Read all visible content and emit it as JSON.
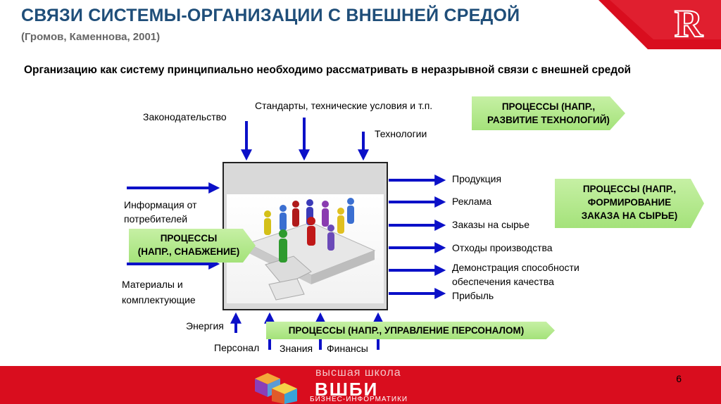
{
  "header": {
    "title": "СВЯЗИ СИСТЕМЫ-ОРГАНИЗАЦИИ С ВНЕШНЕЙ СРЕДОЙ",
    "subtitle": "(Громов, Каменнова, 2001)",
    "logo_letter": "R"
  },
  "thesis": "Организацию как систему принципиально необходимо рассматривать в неразрывной связи с внешней средой",
  "top_inputs": {
    "law": "Законодательство",
    "standards": "Стандарты, технические условия и т.п.",
    "tech": "Технологии"
  },
  "left_inputs": {
    "info": [
      "Информация от",
      "потребителей"
    ],
    "materials": [
      "Материалы и",
      "комплектующие"
    ]
  },
  "bottom_inputs": {
    "energy": "Энергия",
    "staff": "Персонал",
    "knowledge": "Знания",
    "finance": "Финансы"
  },
  "outputs": {
    "products": "Продукция",
    "ads": "Реклама",
    "orders": "Заказы на сырье",
    "waste": "Отходы производства",
    "quality": [
      "Демонстрация способности",
      "обеспечения качества"
    ],
    "profit": "Прибыль"
  },
  "process_boxes": {
    "tech": [
      "ПРОЦЕССЫ (НАПР.,",
      "РАЗВИТИЕ ТЕХНОЛОГИЙ)"
    ],
    "orders": [
      "ПРОЦЕССЫ (НАПР.,",
      "ФОРМИРОВАНИЕ",
      "ЗАКАЗА НА СЫРЬЕ)"
    ],
    "supply": [
      "ПРОЦЕССЫ",
      "(НАПР., СНАБЖЕНИЕ)"
    ],
    "personnel": "ПРОЦЕССЫ (НАПР., УПРАВЛЕНИЕ ПЕРСОНАЛОМ)"
  },
  "footer": {
    "page": "6",
    "school_line1": "высшая школа",
    "school_line2": "ВШБИ",
    "school_line3": "БИЗНЕС-ИНФОРМАТИКИ"
  },
  "colors": {
    "title": "#1f4e79",
    "arrows": "#0b10c8",
    "process_box": "#b4e88e",
    "brand_red": "#d90d1e"
  }
}
